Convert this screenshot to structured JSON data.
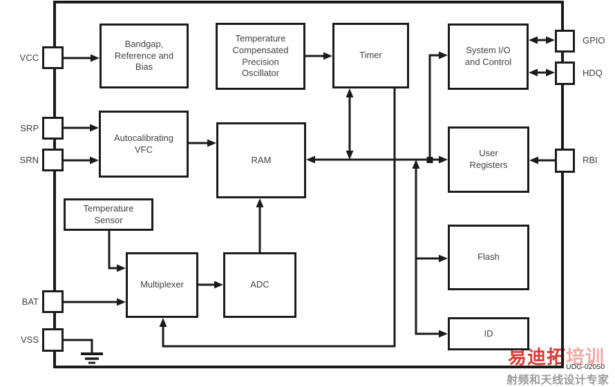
{
  "diagram": {
    "figure_id": "UDG-02050",
    "blocks": {
      "bandgap": {
        "label": "Bandgap,\nReference and\nBias"
      },
      "oscillator": {
        "label": "Temperature\nCompensated\nPrecision\nOscillator"
      },
      "timer": {
        "label": "Timer"
      },
      "system_io": {
        "label": "System I/O\nand Control"
      },
      "vfc": {
        "label": "Autocalibrating\nVFC"
      },
      "ram": {
        "label": "RAM"
      },
      "user_registers": {
        "label": "User\nRegisters"
      },
      "temp_sensor": {
        "label": "Temperature\nSensor"
      },
      "multiplexer": {
        "label": "Multiplexer"
      },
      "adc": {
        "label": "ADC"
      },
      "flash": {
        "label": "Flash"
      },
      "id": {
        "label": "ID"
      }
    },
    "pins": {
      "left": [
        "VCC",
        "SRP",
        "SRN",
        "BAT",
        "VSS"
      ],
      "right": [
        "GPIO",
        "HDQ",
        "RBI"
      ]
    },
    "connections": [
      {
        "from": "VCC pin",
        "to": "Bandgap, Reference and Bias",
        "type": "arrow"
      },
      {
        "from": "SRP pin",
        "to": "Autocalibrating VFC",
        "type": "arrow"
      },
      {
        "from": "SRN pin",
        "to": "Autocalibrating VFC",
        "type": "arrow"
      },
      {
        "from": "Autocalibrating VFC",
        "to": "RAM",
        "type": "arrow"
      },
      {
        "from": "Temperature Compensated Precision Oscillator",
        "to": "Timer",
        "type": "arrow"
      },
      {
        "from": "Timer",
        "to": "RAM / User Registers bus",
        "type": "bidirectional"
      },
      {
        "from": "RAM",
        "to": "User Registers",
        "type": "bidirectional-bus"
      },
      {
        "from": "bus",
        "to": "System I/O and Control",
        "type": "arrow"
      },
      {
        "from": "Flash/ID branch",
        "to": "bus",
        "type": "arrow"
      },
      {
        "from": "Flash/ID branch",
        "to": "Flash",
        "type": "arrow"
      },
      {
        "from": "Flash/ID branch",
        "to": "ID",
        "type": "arrow"
      },
      {
        "from": "System I/O and Control",
        "to": "GPIO pin",
        "type": "bidirectional"
      },
      {
        "from": "System I/O and Control",
        "to": "HDQ pin",
        "type": "bidirectional"
      },
      {
        "from": "RBI pin",
        "to": "User Registers",
        "type": "arrow"
      },
      {
        "from": "Temperature Sensor",
        "to": "Multiplexer",
        "type": "arrow"
      },
      {
        "from": "BAT pin",
        "to": "Multiplexer",
        "type": "arrow"
      },
      {
        "from": "Timer",
        "to": "Multiplexer",
        "type": "arrow"
      },
      {
        "from": "Multiplexer",
        "to": "ADC",
        "type": "arrow"
      },
      {
        "from": "ADC",
        "to": "RAM",
        "type": "arrow"
      },
      {
        "from": "VSS pin",
        "to": "ground",
        "type": "wire"
      }
    ],
    "colors": {
      "line": "#1a1a1a",
      "text": "#414141"
    }
  },
  "watermark": {
    "line1_primary": "易迪拓",
    "line1_secondary": "培训",
    "line2": "射频和天线设计专家",
    "red": "#d93b36",
    "pink": "#f0aaa6",
    "gray": "#9b9b9b"
  }
}
